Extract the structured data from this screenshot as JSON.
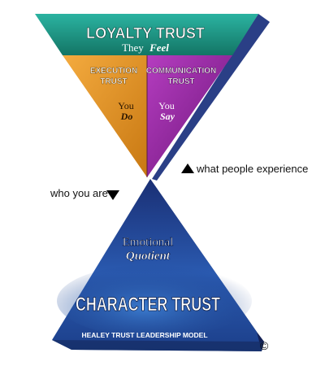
{
  "top_triangle": {
    "title": "LOYALTY TRUST",
    "subtitle_a": "They",
    "subtitle_b": "Feel",
    "left_section": {
      "line1": "EXECUTION",
      "line2": "TRUST",
      "pronoun": "You",
      "verb": "Do"
    },
    "right_section": {
      "line1": "COMMUNICATION",
      "line2": "TRUST",
      "pronoun": "You",
      "verb": "Say"
    }
  },
  "bottom_triangle": {
    "emotional": "Emotional",
    "quotient": "Quotient",
    "title": "CHARACTER TRUST",
    "footer": "HEALEY TRUST LEADERSHIP MODEL"
  },
  "annotations": {
    "right_caption": "what people experience",
    "left_caption": "who you are"
  },
  "copyright": "©",
  "colors": {
    "teal": "#1f8f80",
    "orange": "#e9962b",
    "purple": "#9a2aa6",
    "blue": "#1f4a9c",
    "edge": "#2a3f86"
  }
}
